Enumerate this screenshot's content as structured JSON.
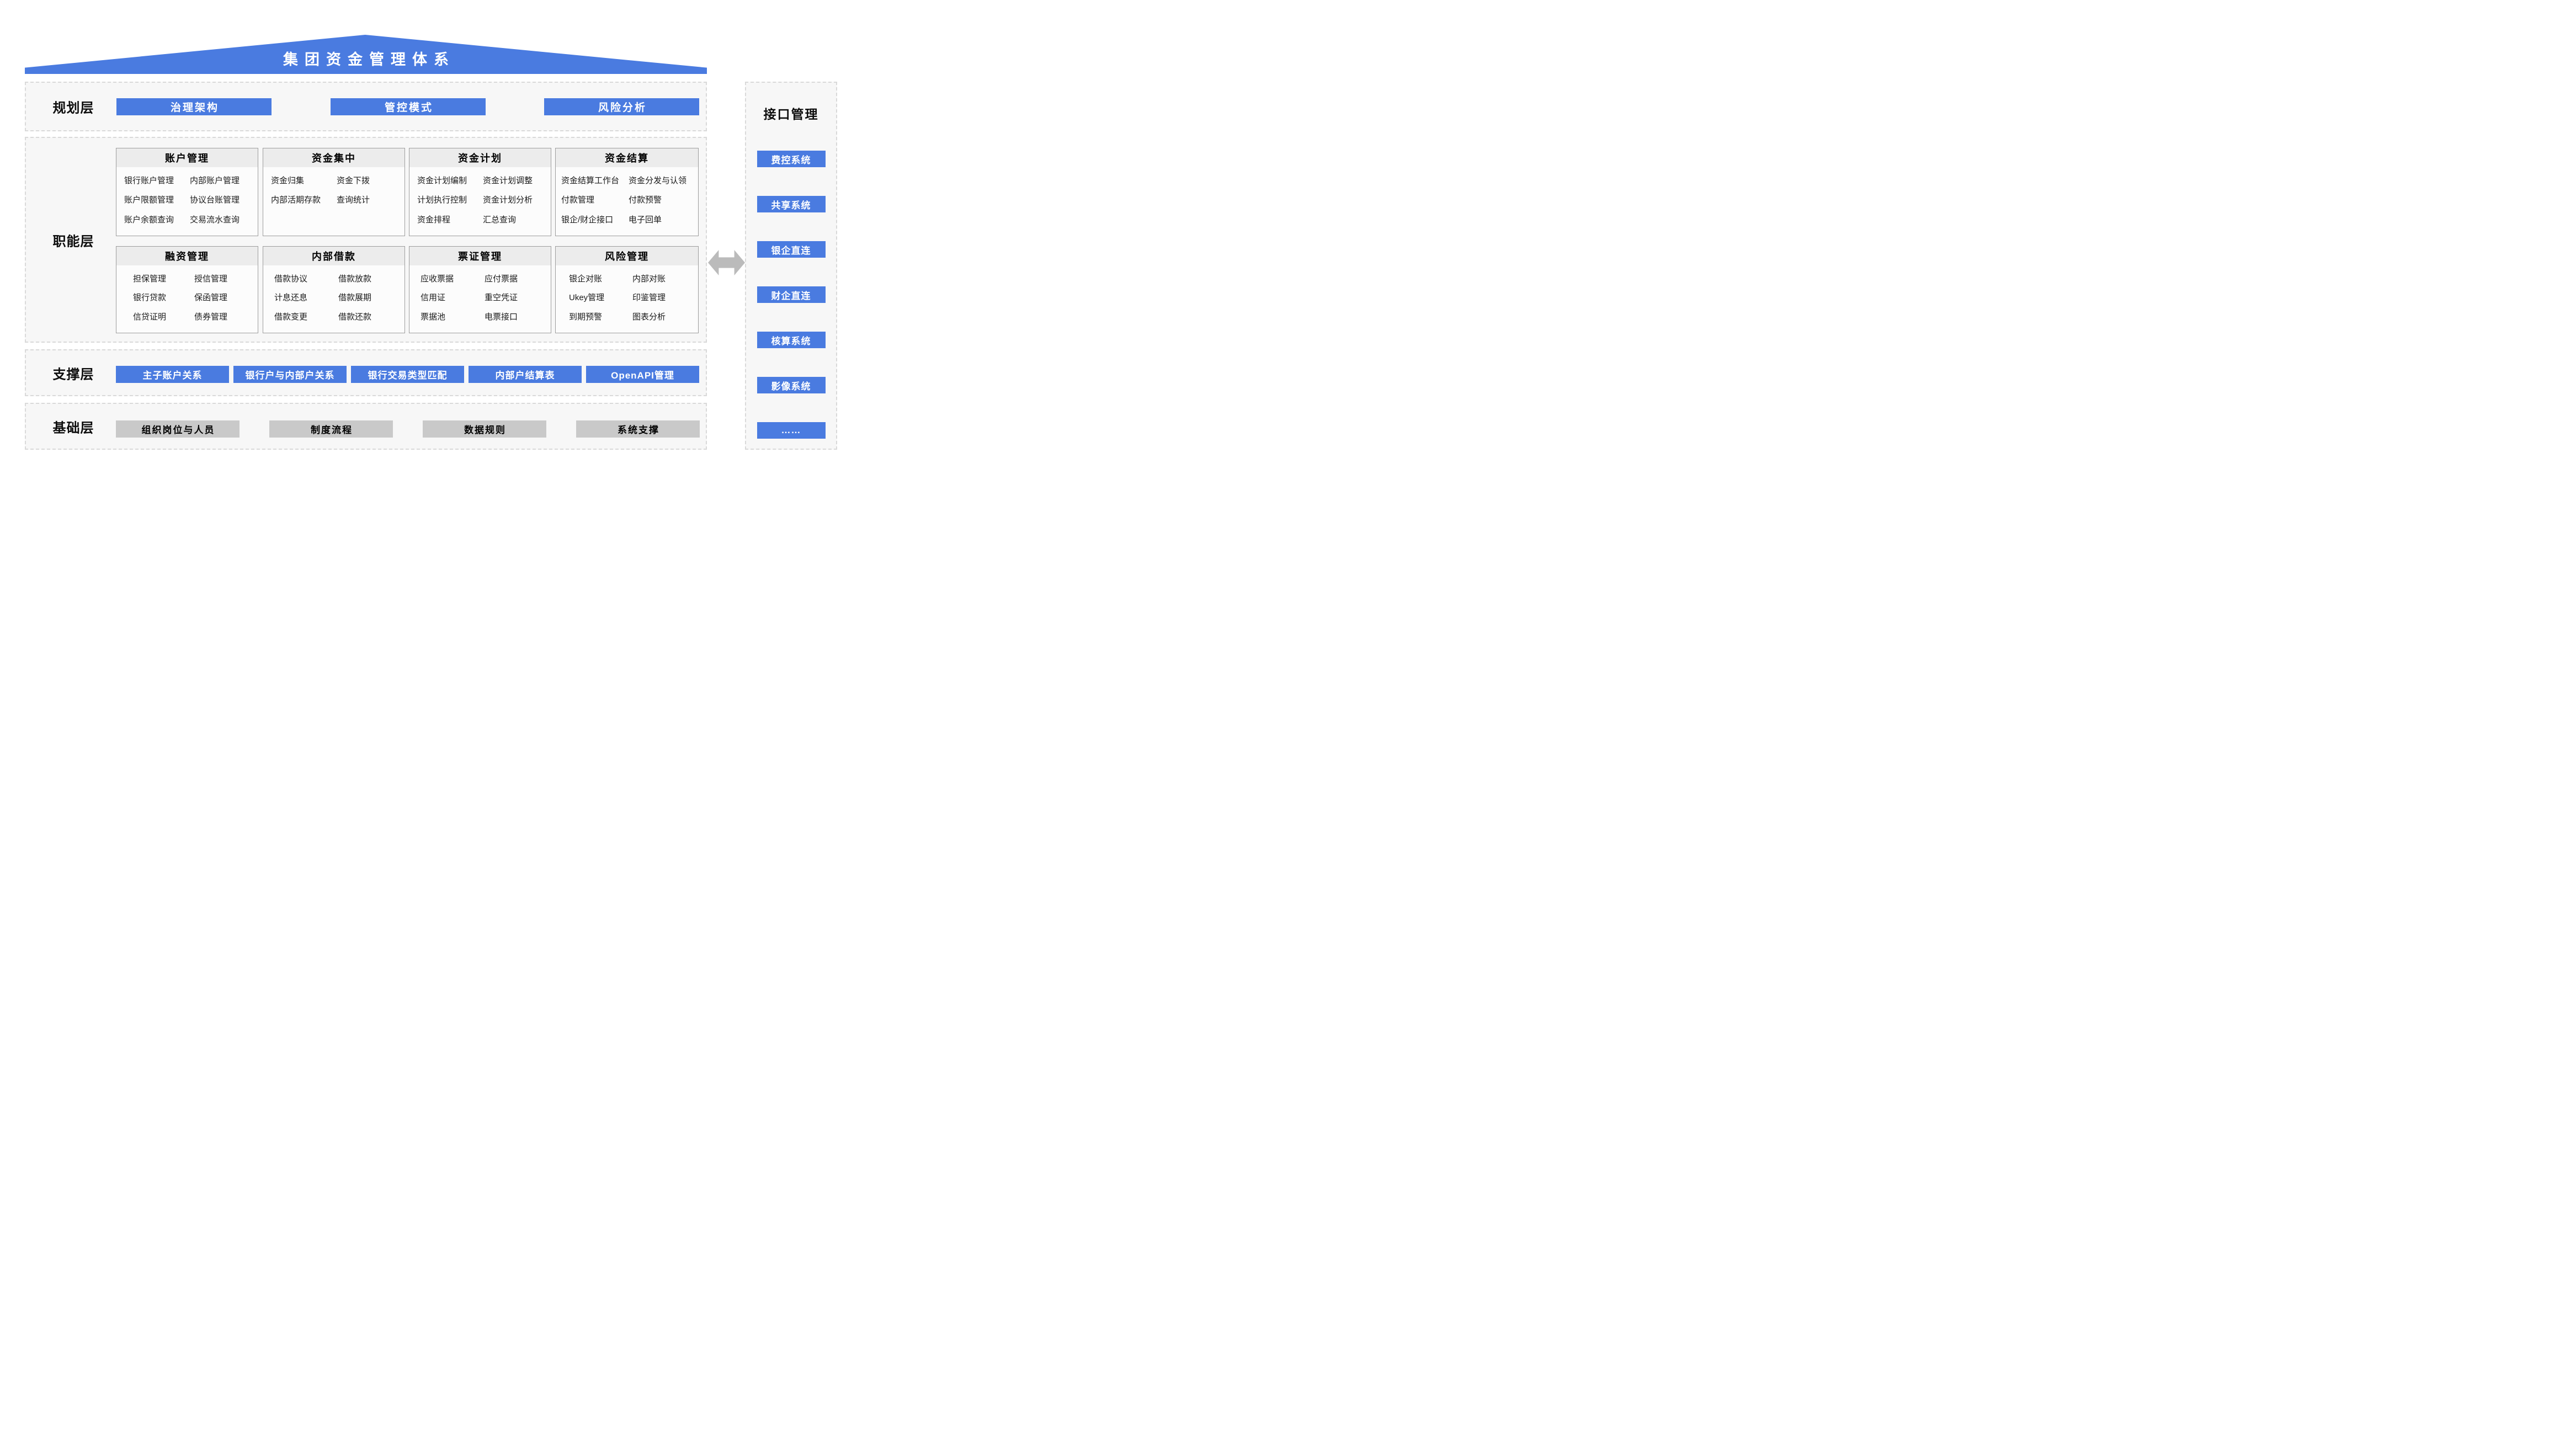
{
  "title": "集团资金管理体系",
  "colors": {
    "primary_blue": "#4a7be0",
    "section_background": "#f7f7f7",
    "foundation_gray": "#c9c9c9",
    "arrow_gray": "#bbbbbb"
  },
  "icons": {
    "exchange_arrow": "double-headed-horizontal-arrow"
  },
  "layers": {
    "planning": {
      "label": "规划层",
      "buttons": [
        "治理架构",
        "管控模式",
        "风险分析"
      ]
    },
    "functional": {
      "label": "职能层",
      "boxes": [
        {
          "title": "账户管理",
          "items": [
            [
              "银行账户管理",
              "内部账户管理"
            ],
            [
              "账户限额管理",
              "协议台账管理"
            ],
            [
              "账户余额查询",
              "交易流水查询"
            ]
          ]
        },
        {
          "title": "资金集中",
          "items": [
            [
              "资金归集",
              "资金下拨"
            ],
            [
              "内部活期存款",
              "查询统计"
            ],
            [
              "",
              ""
            ]
          ]
        },
        {
          "title": "资金计划",
          "items": [
            [
              "资金计划编制",
              "资金计划调整"
            ],
            [
              "计划执行控制",
              "资金计划分析"
            ],
            [
              "资金排程",
              "汇总查询"
            ]
          ]
        },
        {
          "title": "资金结算",
          "items": [
            [
              "资金结算工作台",
              "资金分发与认领"
            ],
            [
              "付款管理",
              "付款预警"
            ],
            [
              "银企/财企接口",
              "电子回单"
            ]
          ]
        },
        {
          "title": "融资管理",
          "items": [
            [
              "担保管理",
              "授信管理"
            ],
            [
              "银行贷款",
              "保函管理"
            ],
            [
              "信贷证明",
              "债券管理"
            ]
          ]
        },
        {
          "title": "内部借款",
          "items": [
            [
              "借款协议",
              "借款放款"
            ],
            [
              "计息还息",
              "借款展期"
            ],
            [
              "借款变更",
              "借款还款"
            ]
          ]
        },
        {
          "title": "票证管理",
          "items": [
            [
              "应收票据",
              "应付票据"
            ],
            [
              "信用证",
              "重空凭证"
            ],
            [
              "票据池",
              "电票接口"
            ]
          ]
        },
        {
          "title": "风险管理",
          "items": [
            [
              "银企对账",
              "内部对账"
            ],
            [
              "Ukey管理",
              "印鉴管理"
            ],
            [
              "到期预警",
              "图表分析"
            ]
          ]
        }
      ]
    },
    "support": {
      "label": "支撑层",
      "buttons": [
        "主子账户关系",
        "银行户与内部户关系",
        "银行交易类型匹配",
        "内部户结算表",
        "OpenAPI管理"
      ]
    },
    "foundation": {
      "label": "基础层",
      "buttons": [
        "组织岗位与人员",
        "制度流程",
        "数据规则",
        "系统支撑"
      ]
    }
  },
  "interface_panel": {
    "title": "接口管理",
    "buttons": [
      "费控系统",
      "共享系统",
      "银企直连",
      "财企直连",
      "核算系统",
      "影像系统",
      "……"
    ]
  }
}
